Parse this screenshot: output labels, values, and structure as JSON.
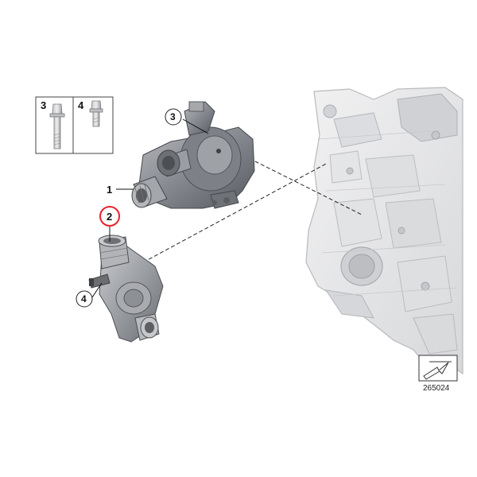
{
  "diagram": {
    "legend_items": [
      {
        "number": "3"
      },
      {
        "number": "4"
      }
    ],
    "callouts": [
      {
        "number": "1",
        "part": "water-pump"
      },
      {
        "number": "2",
        "part": "thermostat-housing",
        "highlighted": true
      },
      {
        "number": "3",
        "part": "pump-bolt"
      },
      {
        "number": "4",
        "part": "thermostat-bolt"
      }
    ],
    "diagram_id": "265024",
    "colors": {
      "highlight": "#e8222b",
      "part_gray": "#8b8e94",
      "block_gray": "#e6e6e8",
      "outline": "#5a5a5a"
    }
  }
}
